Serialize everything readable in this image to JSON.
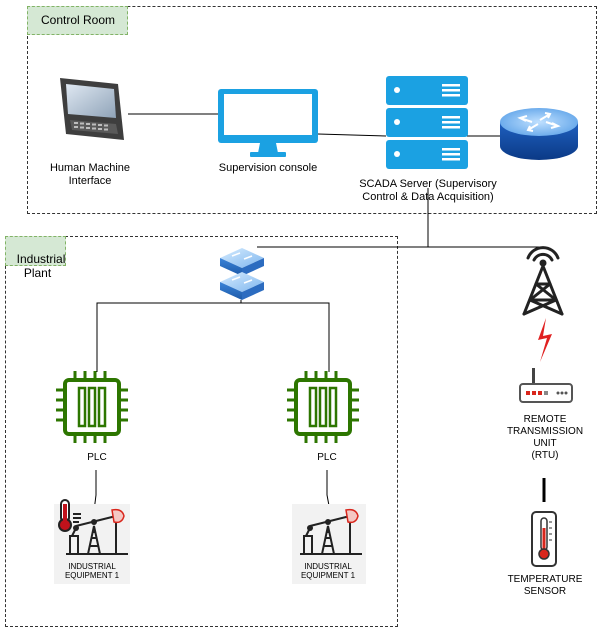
{
  "zones": {
    "control_room": {
      "label": "Control Room"
    },
    "industrial_plant": {
      "label": "Industrial\nPlant"
    }
  },
  "nodes": {
    "hmi": {
      "label_line1": "Human Machine",
      "label_line2": "Interface",
      "icon": "hmi-tablet-icon"
    },
    "console": {
      "label": "Supervision console",
      "icon": "monitor-icon"
    },
    "scada": {
      "label_line1": "SCADA Server (Supervisory",
      "label_line2": "Control & Data Acquisition)",
      "icon": "server-rack-icon"
    },
    "router": {
      "icon": "router-icon"
    },
    "switch": {
      "icon": "network-switch-icon"
    },
    "plc_left": {
      "label": "PLC",
      "icon": "chip-icon"
    },
    "plc_right": {
      "label": "PLC",
      "icon": "chip-icon"
    },
    "equip_left": {
      "label_line1": "INDUSTRIAL",
      "label_line2": "EQUIPMENT 1",
      "icon": "oil-pump-icon"
    },
    "equip_right": {
      "label_line1": "INDUSTRIAL",
      "label_line2": "EQUIPMENT 1",
      "icon": "oil-pump-icon"
    },
    "tower": {
      "icon": "radio-tower-icon"
    },
    "rtu": {
      "label_line1": "REMOTE",
      "label_line2": "TRANSMISSION",
      "label_line3": "UNIT",
      "label_line4": "(RTU)",
      "icon": "modem-icon"
    },
    "temp": {
      "label_line1": "TEMPERATURE",
      "label_line2": "SENSOR",
      "icon": "thermometer-icon"
    }
  },
  "colors": {
    "monitor_blue": "#1ba1e2",
    "chip_green": "#2d7600",
    "alert_red": "#d9261c",
    "switch_blue": "#5b9bd5"
  }
}
